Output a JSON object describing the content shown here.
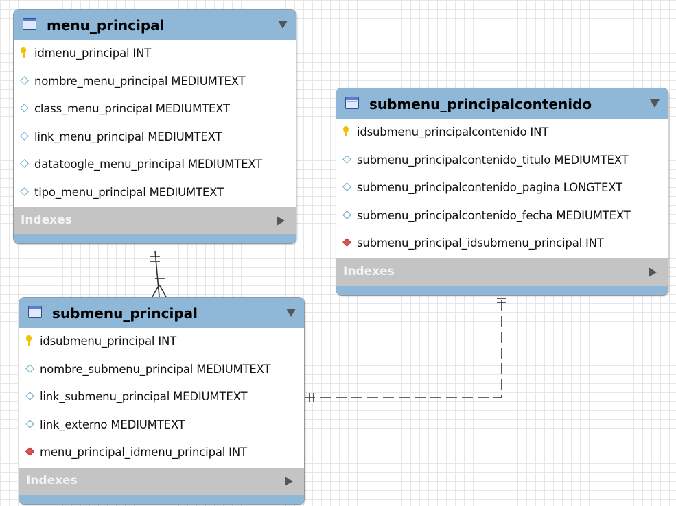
{
  "tables": {
    "menu_principal": {
      "title": "menu_principal",
      "columns": [
        {
          "kind": "pk",
          "text": "idmenu_principal INT"
        },
        {
          "kind": "attr",
          "text": "nombre_menu_principal MEDIUMTEXT"
        },
        {
          "kind": "attr",
          "text": "class_menu_principal MEDIUMTEXT"
        },
        {
          "kind": "attr",
          "text": "link_menu_principal MEDIUMTEXT"
        },
        {
          "kind": "attr",
          "text": "datatoogle_menu_principal MEDIUMTEXT"
        },
        {
          "kind": "attr",
          "text": "tipo_menu_principal MEDIUMTEXT"
        }
      ],
      "indexes_label": "Indexes"
    },
    "submenu_principal": {
      "title": "submenu_principal",
      "columns": [
        {
          "kind": "pk",
          "text": "idsubmenu_principal INT"
        },
        {
          "kind": "attr",
          "text": "nombre_submenu_principal MEDIUMTEXT"
        },
        {
          "kind": "attr",
          "text": "link_submenu_principal MEDIUMTEXT"
        },
        {
          "kind": "attr",
          "text": "link_externo MEDIUMTEXT"
        },
        {
          "kind": "fk",
          "text": "menu_principal_idmenu_principal INT"
        }
      ],
      "indexes_label": "Indexes"
    },
    "submenu_principalcontenido": {
      "title": "submenu_principalcontenido",
      "columns": [
        {
          "kind": "pk",
          "text": "idsubmenu_principalcontenido INT"
        },
        {
          "kind": "attr",
          "text": "submenu_principalcontenido_titulo MEDIUMTEXT"
        },
        {
          "kind": "attr",
          "text": "submenu_principalcontenido_pagina LONGTEXT"
        },
        {
          "kind": "attr",
          "text": "submenu_principalcontenido_fecha MEDIUMTEXT"
        },
        {
          "kind": "fk",
          "text": "submenu_principal_idsubmenu_principal INT"
        }
      ],
      "indexes_label": "Indexes"
    }
  },
  "relationships": [
    {
      "from": "menu_principal",
      "to": "submenu_principal",
      "from_cardinality": "one-and-only-one",
      "to_cardinality": "one-or-many",
      "line_style": "solid"
    },
    {
      "from": "submenu_principal",
      "to": "submenu_principalcontenido",
      "from_cardinality": "one-and-only-one",
      "to_cardinality": "one-and-only-one",
      "line_style": "dashed"
    }
  ],
  "colors": {
    "header": "#8fb7d8",
    "indexes_bar": "#c4c4c4",
    "pk_key": "#f2c200",
    "fk_diamond": "#d9534f",
    "attr_diamond": "#6aa9c6",
    "grid": "#e6e6e6"
  },
  "icons": {
    "table": "table-icon",
    "collapse": "chevron-down-icon",
    "expand_indexes": "triangle-right-icon",
    "primary_key": "key-icon",
    "column": "diamond-icon",
    "foreign_key": "red-diamond-icon"
  }
}
